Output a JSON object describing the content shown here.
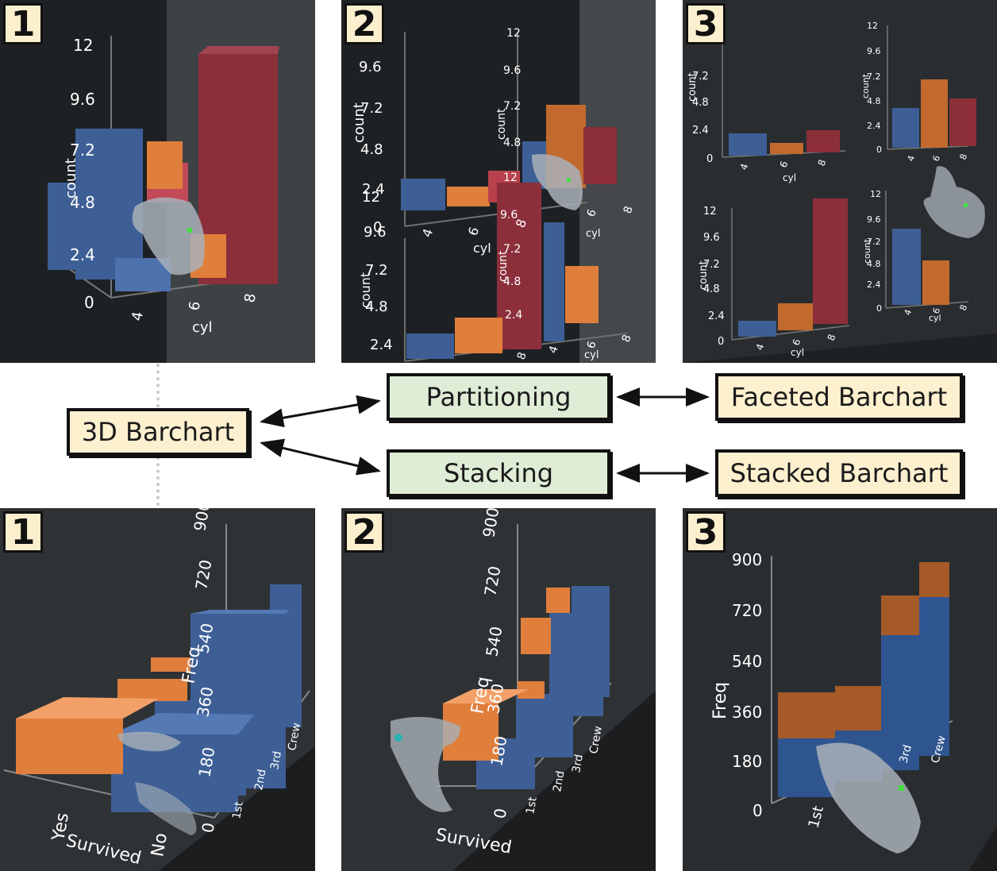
{
  "labels": {
    "barchart3d": "3D Barchart",
    "partitioning": "Partitioning",
    "stacking": "Stacking",
    "faceted": "Faceted Barchart",
    "stacked": "Stacked Barchart"
  },
  "steps": [
    "1",
    "2",
    "3"
  ],
  "colors": {
    "blue": "#3d5f96",
    "orange": "#e07e3c",
    "red": "#8c2f3a",
    "bg": "#1e2124"
  },
  "top_panels": {
    "y_ticks": [
      "12",
      "9.6",
      "7.2",
      "4.8",
      "2.4",
      "0"
    ],
    "y_label": "count",
    "x_label": "cyl",
    "x_ticks": [
      "4",
      "6",
      "8"
    ]
  },
  "bottom_panels": {
    "y_ticks": [
      "900",
      "720",
      "540",
      "360",
      "180",
      "0"
    ],
    "y_label": "Freq",
    "x_ticks": [
      "1st",
      "2nd",
      "3rd",
      "Crew"
    ],
    "z_label": "Survived",
    "z_ticks": [
      "Yes",
      "No"
    ]
  }
}
